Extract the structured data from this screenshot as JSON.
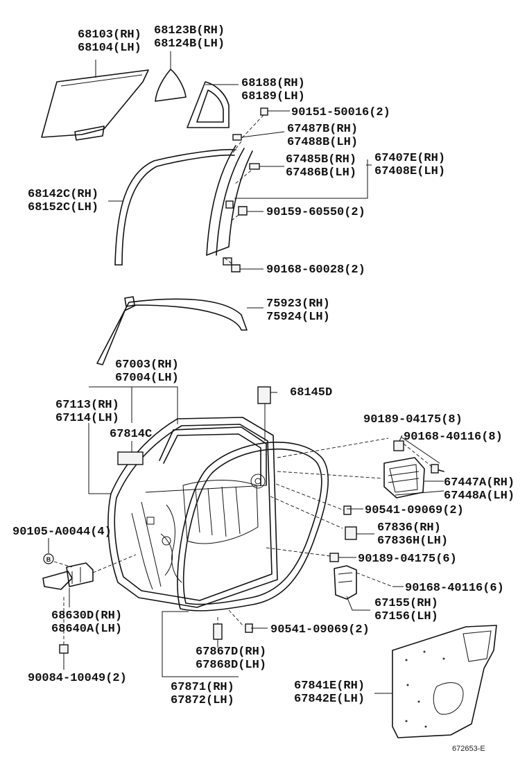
{
  "diagram": {
    "parts": [
      {
        "id": "p68103",
        "lines": [
          "68103(RH)",
          "68104(LH)"
        ]
      },
      {
        "id": "p68123",
        "lines": [
          "68123B(RH)",
          "68124B(LH)"
        ]
      },
      {
        "id": "p68188",
        "lines": [
          "68188(RH)",
          "68189(LH)"
        ]
      },
      {
        "id": "p90151",
        "lines": [
          "90151-50016(2)"
        ]
      },
      {
        "id": "p67487",
        "lines": [
          "67487B(RH)",
          "67488B(LH)"
        ]
      },
      {
        "id": "p67485",
        "lines": [
          "67485B(RH)",
          "67486B(LH)"
        ]
      },
      {
        "id": "p67407",
        "lines": [
          "67407E(RH)",
          "67408E(LH)"
        ]
      },
      {
        "id": "p68142",
        "lines": [
          "68142C(RH)",
          "68152C(LH)"
        ]
      },
      {
        "id": "p90159",
        "lines": [
          "90159-60550(2)"
        ]
      },
      {
        "id": "p90168a",
        "lines": [
          "90168-60028(2)"
        ]
      },
      {
        "id": "p75923",
        "lines": [
          "75923(RH)",
          "75924(LH)"
        ]
      },
      {
        "id": "p67003",
        "lines": [
          "67003(RH)",
          "67004(LH)"
        ]
      },
      {
        "id": "p67113",
        "lines": [
          "67113(RH)",
          "67114(LH)"
        ]
      },
      {
        "id": "p68145",
        "lines": [
          "68145D"
        ]
      },
      {
        "id": "p67814",
        "lines": [
          "67814C"
        ]
      },
      {
        "id": "p90189a",
        "lines": [
          "90189-04175(8)"
        ]
      },
      {
        "id": "p90168b",
        "lines": [
          "90168-40116(8)"
        ]
      },
      {
        "id": "p67447",
        "lines": [
          "67447A(RH)",
          "67448A(LH)"
        ]
      },
      {
        "id": "p90541a",
        "lines": [
          "90541-09069(2)"
        ]
      },
      {
        "id": "p67836",
        "lines": [
          "67836(RH)",
          "67836H(LH)"
        ]
      },
      {
        "id": "p90105",
        "lines": [
          "90105-A0044(4)"
        ]
      },
      {
        "id": "p90189b",
        "lines": [
          "90189-04175(6)"
        ]
      },
      {
        "id": "p90168c",
        "lines": [
          "90168-40116(6)"
        ]
      },
      {
        "id": "p67155",
        "lines": [
          "67155(RH)",
          "67156(LH)"
        ]
      },
      {
        "id": "p68630",
        "lines": [
          "68630D(RH)",
          "68640A(LH)"
        ]
      },
      {
        "id": "p90541b",
        "lines": [
          "90541-09069(2)"
        ]
      },
      {
        "id": "p67867",
        "lines": [
          "67867D(RH)",
          "67868D(LH)"
        ]
      },
      {
        "id": "p90084",
        "lines": [
          "90084-10049(2)"
        ]
      },
      {
        "id": "p67871",
        "lines": [
          "67871(RH)",
          "67872(LH)"
        ]
      },
      {
        "id": "p67841",
        "lines": [
          "67841E(RH)",
          "67842E(LH)"
        ]
      }
    ],
    "circle_marker": "B",
    "figure_ref": "672653-E"
  }
}
